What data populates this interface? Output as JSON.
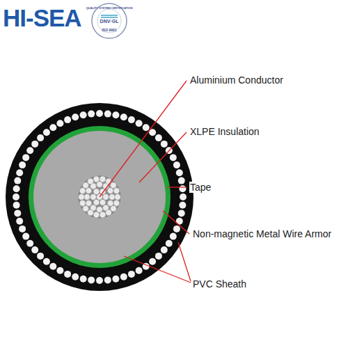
{
  "diagram": {
    "labels": [
      "HI-SEA",
      "QUALITY SYSTEM CERTIFICATION",
      "DNV·GL",
      "ISO 9001",
      "Aluminium Conductor",
      "XLPE Insulation",
      "Tape",
      "Non-magnetic Metal Wire Armor",
      "PVC Sheath"
    ]
  }
}
